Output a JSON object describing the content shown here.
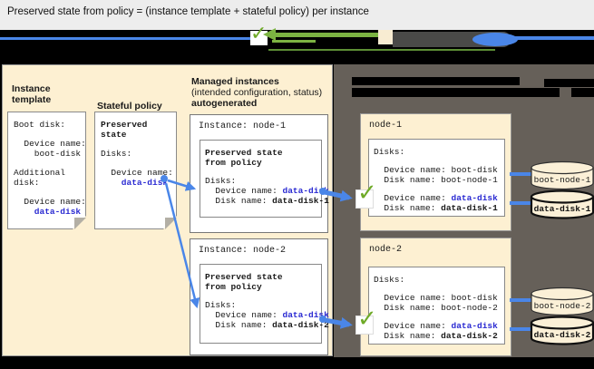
{
  "title": "Preserved state from policy = (instance template + stateful policy) per instance",
  "colors": {
    "value_blue": "#2a2ad2",
    "arrow_blue": "#4a86e8",
    "check_green": "#6faa28",
    "panel_cream": "#fdf0d2",
    "panel_dark": "#666059"
  },
  "legend": {
    "icons": [
      "checkmark-icon",
      "green-arrow-icon",
      "template-chip-icon",
      "instance-chip-icon",
      "disk-ellipse-icon",
      "blue-connector-line"
    ]
  },
  "left_panel": {
    "instance_template": {
      "label_line1": "Instance",
      "label_line2": "template",
      "doc": {
        "boot_heading": "Boot disk:",
        "boot_device_label": "  Device name:",
        "boot_device_value": "    boot-disk",
        "add_heading_line1": "Additional",
        "add_heading_line2": "disk:",
        "data_device_label": "  Device name:",
        "data_device_value": "    data-disk"
      }
    },
    "stateful_policy": {
      "label": "Stateful policy",
      "doc": {
        "heading_line1": "Preserved",
        "heading_line2": "state",
        "disks_label": "Disks:",
        "device_label": "  Device name:",
        "device_value": "    data-disk"
      }
    },
    "managed_instances": {
      "label_line1": "Managed instances",
      "label_line2": "(intended configuration, status)",
      "label_line3": "autogenerated",
      "instances": [
        {
          "title": "Instance: node-1",
          "heading_line1": "Preserved state",
          "heading_line2": "from policy",
          "disks_label": "Disks:",
          "device_label": "  Device name: ",
          "device_value": "data-disk",
          "disk_label": "  Disk name: ",
          "disk_value": "data-disk-1"
        },
        {
          "title": "Instance: node-2",
          "heading_line1": "Preserved state",
          "heading_line2": "from policy",
          "disks_label": "Disks:",
          "device_label": "  Device name: ",
          "device_value": "data-disk",
          "disk_label": "  Disk name: ",
          "disk_value": "data-disk-2"
        }
      ]
    }
  },
  "right_panel": {
    "nodes": [
      {
        "name": "node-1",
        "disks_label": "Disks:",
        "boot_device_label": "  Device name: ",
        "boot_device_value": "boot-disk",
        "boot_disk_label": "  Disk name: ",
        "boot_disk_value": "boot-node-1",
        "data_device_label": "  Device name: ",
        "data_device_value": "data-disk",
        "data_disk_label": "  Disk name: ",
        "data_disk_value": "data-disk-1",
        "boot_cylinder_label": "boot-node-1",
        "data_cylinder_label": "data-disk-1"
      },
      {
        "name": "node-2",
        "disks_label": "Disks:",
        "boot_device_label": "  Device name: ",
        "boot_device_value": "boot-disk",
        "boot_disk_label": "  Disk name: ",
        "boot_disk_value": "boot-node-2",
        "data_device_label": "  Device name: ",
        "data_device_value": "data-disk",
        "data_disk_label": "  Disk name: ",
        "data_disk_value": "data-disk-2",
        "boot_cylinder_label": "boot-node-2",
        "data_cylinder_label": "data-disk-2"
      }
    ]
  }
}
